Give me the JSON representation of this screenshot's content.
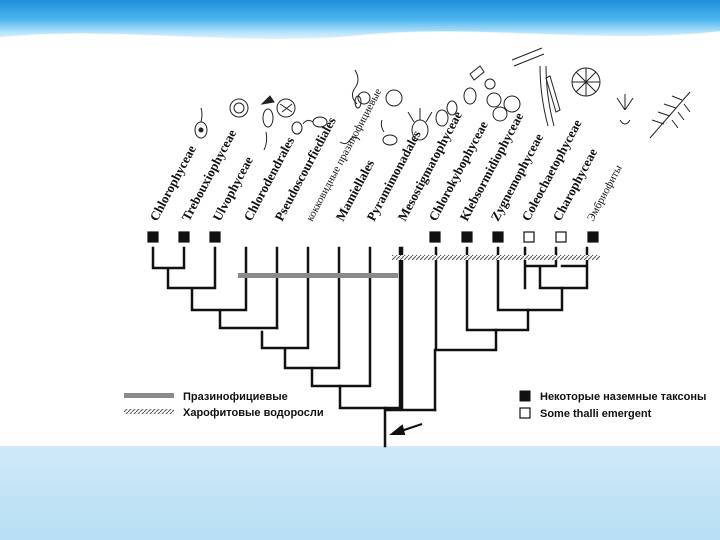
{
  "taxa": [
    {
      "label": "Chlorophyceae",
      "marker": "filled"
    },
    {
      "label": "Trebouxiophyceae",
      "marker": "filled"
    },
    {
      "label": "Ulvophyceae",
      "marker": "filled"
    },
    {
      "label": "Chlorodendrales",
      "marker": "none"
    },
    {
      "label": "Pseudoscourfiediales",
      "marker": "none"
    },
    {
      "label": "кокковидные празинофициевые",
      "marker": "none"
    },
    {
      "label": "Mamiellales",
      "marker": "none"
    },
    {
      "label": "Pyramimonadales",
      "marker": "none"
    },
    {
      "label": "Mesostigmatophyceae",
      "marker": "none"
    },
    {
      "label": "Chlorokybophyceae",
      "marker": "filled"
    },
    {
      "label": "Klebsormidiophyceae",
      "marker": "filled"
    },
    {
      "label": "Zygnemophyceae",
      "marker": "filled"
    },
    {
      "label": "Coleochaetophyceae",
      "marker": "open"
    },
    {
      "label": "Charophyceae",
      "marker": "open"
    },
    {
      "label": "Эмбриофиты",
      "marker": "filled"
    }
  ],
  "legend": {
    "prasino": "Празинофициевые",
    "charo": "Харофитовые водоросли",
    "filled": "Некоторые наземные таксоны",
    "open": "Some thalli emergent"
  },
  "colors": {
    "band_top": "#1f8fd8",
    "band_bottom": "#bfe6fb",
    "footer": "#cfe9f8",
    "line": "#111111",
    "prasino_bar": "#8a8a8a"
  }
}
